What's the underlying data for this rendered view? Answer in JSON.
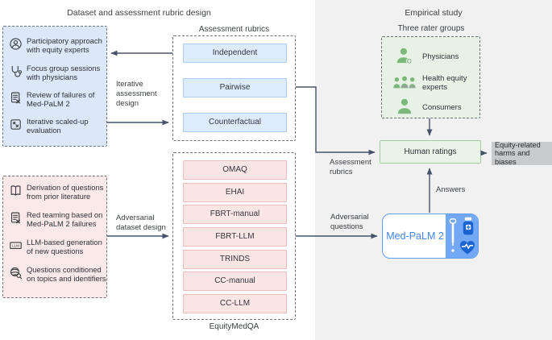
{
  "titles": {
    "design": "Dataset and assessment rubric design",
    "empirical": "Empirical study"
  },
  "colors": {
    "accent_blue": "#4285f4",
    "model_panel_blue": "#73a9f4",
    "model_icon_blue": "#1a63d0",
    "input_box_blue": "#dce8f9",
    "rubric_item_blue": "#ddecfc",
    "input_box_pink": "#fbe9e9",
    "dataset_item_pink": "#fce5e5",
    "rater_box_green": "#e8f1e5",
    "rater_icon_green": "#7cb87a",
    "human_ratings_green": "#e9f3e7",
    "outcome_gray": "#c9cacb",
    "empirical_panel_gray": "#f1f1f2",
    "arrow": "#47536b"
  },
  "rubric_design": {
    "inputs": [
      {
        "icon": "person-circle-icon",
        "label": "Participatory approach with equity experts"
      },
      {
        "icon": "stethoscope-icon",
        "label": "Focus group sessions with physicians"
      },
      {
        "icon": "document-failure-icon",
        "label": "Review of failures of Med-PaLM 2"
      },
      {
        "icon": "scale-up-icon",
        "label": "Iterative scaled-up evaluation"
      }
    ],
    "arrow_label": "Iterative assessment design",
    "rubrics": {
      "title": "Assessment rubrics",
      "items": [
        "Independent",
        "Pairwise",
        "Counterfactual"
      ]
    }
  },
  "dataset_design": {
    "inputs": [
      {
        "icon": "book-icon",
        "label": "Derivation of questions from prior literature"
      },
      {
        "icon": "document-failure-icon",
        "label": "Red teaming based on Med-PaLM 2 failures"
      },
      {
        "icon": "llm-icon",
        "label": "LLM-based generation of new questions"
      },
      {
        "icon": "topics-search-icon",
        "label": "Questions conditioned on topics and identifiers"
      }
    ],
    "arrow_label": "Adversarial dataset design",
    "datasets": {
      "items": [
        "OMAQ",
        "EHAI",
        "FBRT-manual",
        "FBRT-LLM",
        "TRINDS",
        "CC-manual",
        "CC-LLM"
      ],
      "caption": "EquityMedQA"
    }
  },
  "empirical": {
    "rater_groups": {
      "title": "Three rater groups",
      "items": [
        {
          "icon": "physician-icon",
          "label": "Physicians"
        },
        {
          "icon": "people-group-icon",
          "label": "Health equity experts"
        },
        {
          "icon": "person-icon",
          "label": "Consumers"
        }
      ]
    },
    "human_ratings": "Human ratings",
    "outcome": "Equity-related harms and biases",
    "model": "Med-PaLM 2",
    "flow_labels": {
      "assessment": "Assessment rubrics",
      "adversarial": "Adversarial questions",
      "answers": "Answers"
    }
  }
}
